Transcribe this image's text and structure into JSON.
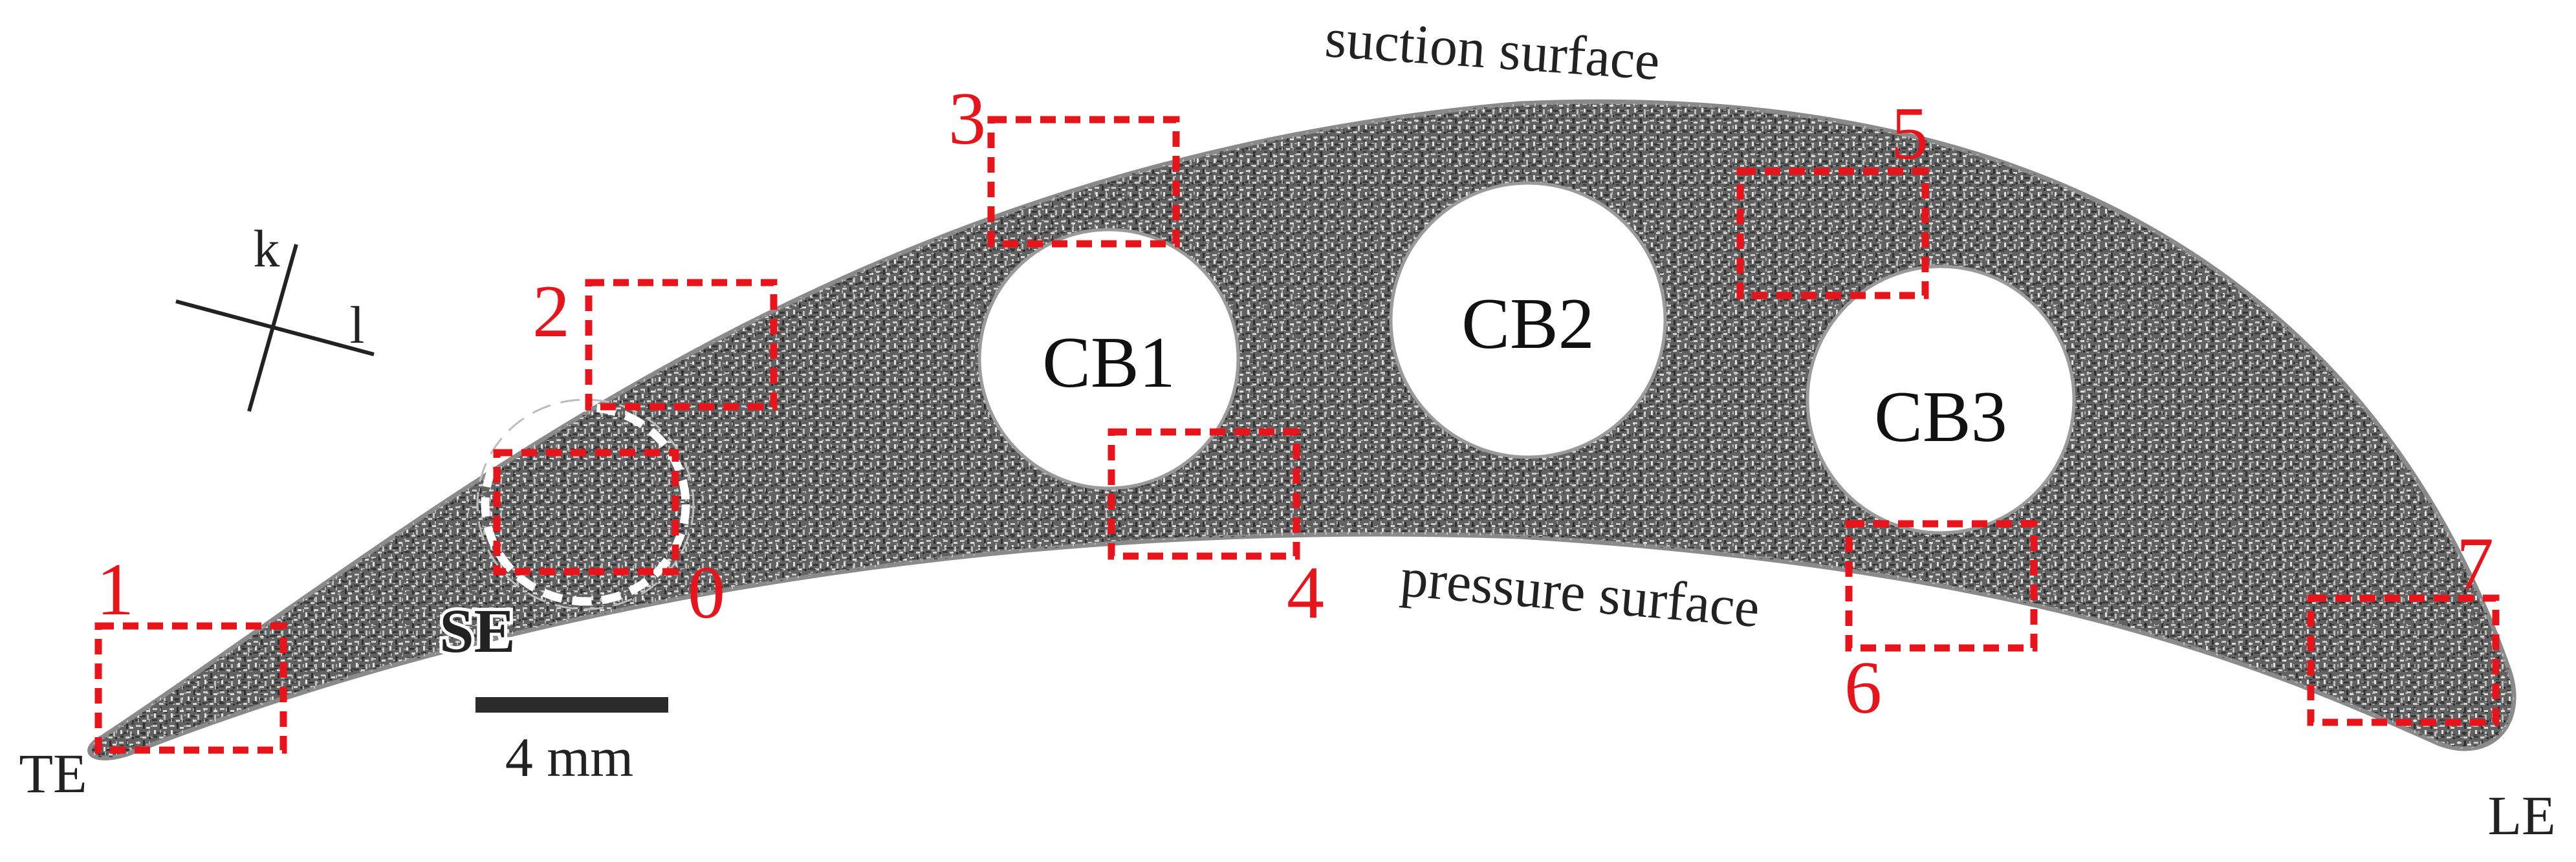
{
  "surfaces": {
    "suction": "suction surface",
    "pressure": "pressure surface"
  },
  "edges": {
    "trailing": "TE",
    "leading": "LE",
    "special": "SE"
  },
  "axes": {
    "k": "k",
    "l": "l"
  },
  "cooling_bores": [
    "CB1",
    "CB2",
    "CB3"
  ],
  "regions": [
    "0",
    "1",
    "2",
    "3",
    "4",
    "5",
    "6",
    "7"
  ],
  "scale_bar": {
    "label": "4 mm"
  },
  "colors": {
    "region_box": "#e8141c",
    "region_label": "#e8141c",
    "material_fill": "#5f5f5f",
    "texture_light": "#d8d8d8",
    "texture_dark": "#2a2a2a",
    "se_circle": "#ffffff",
    "scale_bar": "#2b2b2b",
    "text": "#111111"
  }
}
